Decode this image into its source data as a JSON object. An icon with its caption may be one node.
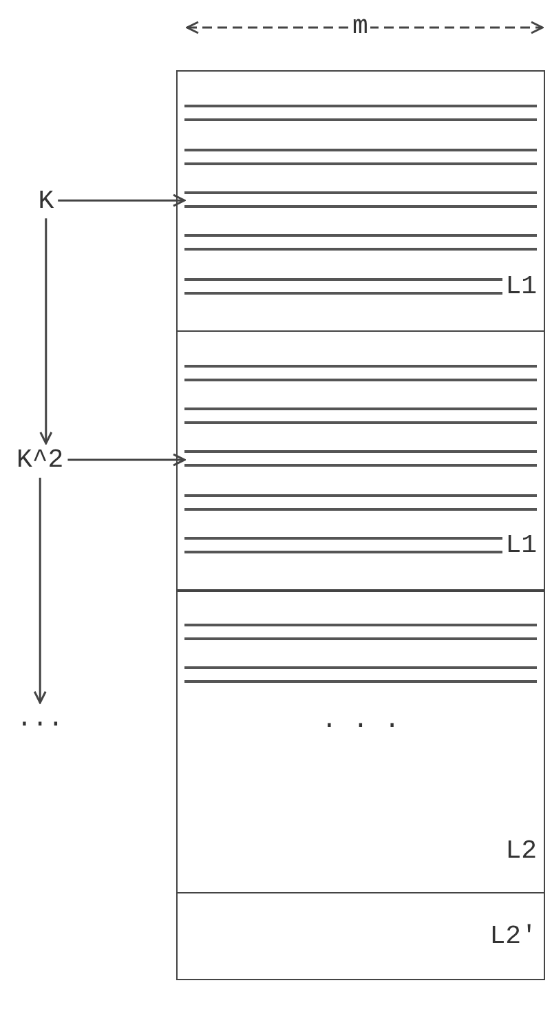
{
  "diagram": {
    "nodes": [
      {
        "text": [],
        "shape": "box"
      },
      {
        "text": [],
        "shape": "bar",
        "in": 0
      },
      {
        "text": [],
        "shape": "bar",
        "in": 0
      },
      {
        "text": [],
        "shape": "bar",
        "in": 0
      },
      {
        "text": [],
        "shape": "bar",
        "in": 0
      },
      {
        "text": [
          "L1"
        ],
        "in": 0
      },
      {
        "text": [],
        "shape": "box"
      },
      {
        "text": [],
        "shape": "bar",
        "in": 6
      },
      {
        "text": [],
        "shape": "bar",
        "in": 6
      },
      {
        "text": [],
        "shape": "bar",
        "in": 6
      },
      {
        "text": [],
        "shape": "bar",
        "in": 6
      },
      {
        "text": [
          "L1"
        ],
        "in": 6
      },
      {
        "text": [
          ". . .",
          "L2"
        ]
      },
      {
        "text": [],
        "shape": "bar",
        "in": 12
      },
      {
        "text": [],
        "shape": "bar",
        "in": 12
      },
      {
        "text": [
          "L2'"
        ]
      },
      {
        "text": [
          "K"
        ]
      },
      {
        "text": [
          "K^2"
        ]
      },
      {
        "text": [
          "..."
        ]
      }
    ],
    "edges": [
      {
        "from": 16,
        "to": 3,
        "arrow": "to"
      },
      {
        "from": 16,
        "to": 17,
        "arrow": "to"
      },
      {
        "from": 17,
        "to": 9,
        "arrow": "to"
      },
      {
        "from": 17,
        "to": 18,
        "arrow": "to"
      }
    ],
    "labels": [
      "m"
    ]
  }
}
